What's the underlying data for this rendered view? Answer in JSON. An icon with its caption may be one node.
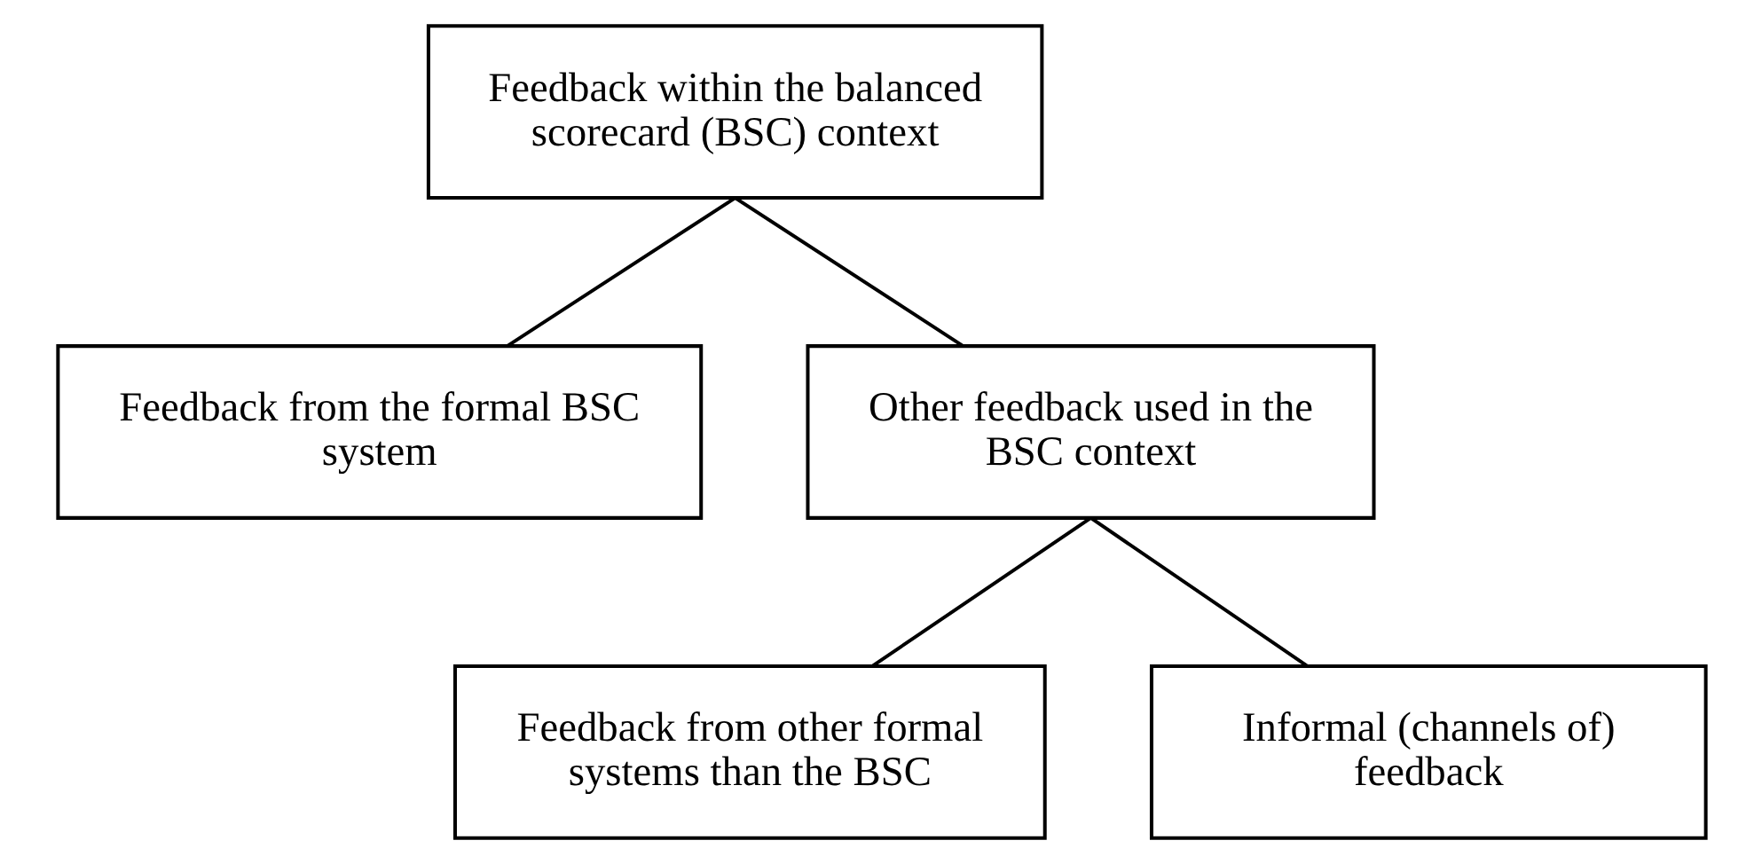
{
  "diagram": {
    "nodes": [
      {
        "text": [
          "Feedback within the balanced scorecard (BSC) context"
        ]
      },
      {
        "text": [
          "Feedback from the formal BSC system"
        ]
      },
      {
        "text": [
          "Other feedback used in the BSC context"
        ]
      },
      {
        "text": [
          "Feedback from other formal systems than the BSC"
        ]
      },
      {
        "text": [
          "Informal (channels of) feedback"
        ]
      }
    ],
    "edges": [
      {
        "from": 0,
        "to": 1,
        "arrow": "none"
      },
      {
        "from": 0,
        "to": 2,
        "arrow": "none"
      },
      {
        "from": 2,
        "to": 3,
        "arrow": "none"
      },
      {
        "from": 2,
        "to": 4,
        "arrow": "none"
      }
    ]
  }
}
